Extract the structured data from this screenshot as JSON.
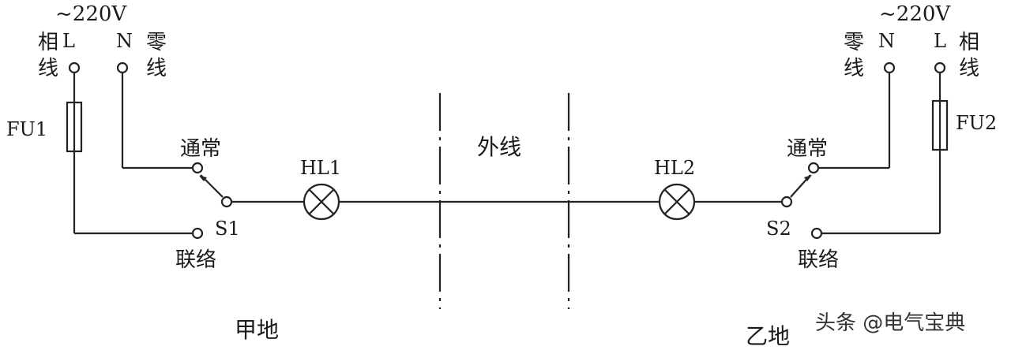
{
  "left": {
    "voltage": "~220V",
    "phase_letter": "L",
    "phase_cjk": [
      "相",
      "线"
    ],
    "neutral_letter": "N",
    "neutral_cjk": [
      "零",
      "线"
    ],
    "fuse": "FU1",
    "switch": "S1",
    "normal": "通常",
    "contact": "联络",
    "lamp": "HL1",
    "site": "甲地"
  },
  "right": {
    "voltage": "~220V",
    "phase_letter": "L",
    "phase_cjk": [
      "相",
      "线"
    ],
    "neutral_letter": "N",
    "neutral_cjk": [
      "零",
      "线"
    ],
    "fuse": "FU2",
    "switch": "S2",
    "normal": "通常",
    "contact": "联络",
    "lamp": "HL2",
    "site": "乙地"
  },
  "outer_line": "外线",
  "watermark": "头条 @电气宝典"
}
